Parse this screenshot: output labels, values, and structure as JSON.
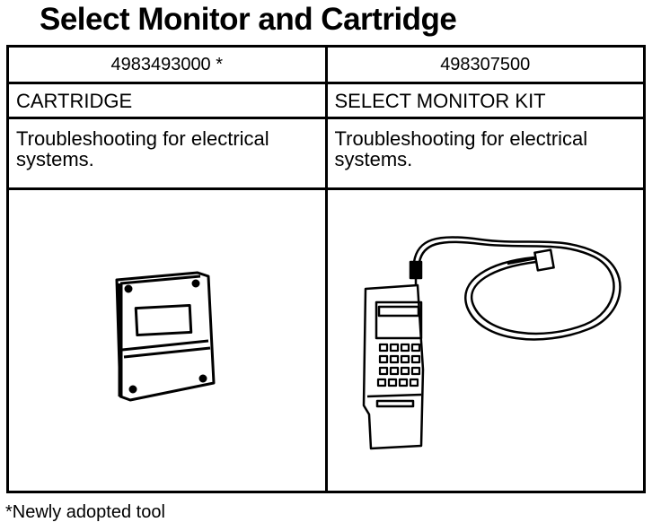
{
  "title": "Select Monitor and Cartridge",
  "columns": [
    {
      "part_number": "4983493000 *",
      "name": "CARTRIDGE",
      "description": "Troubleshooting for electrical systems.",
      "illustration": "cartridge"
    },
    {
      "part_number": "498307500",
      "name": "SELECT MONITOR KIT",
      "description": "Troubleshooting for electrical systems.",
      "illustration": "select-monitor-with-cable"
    }
  ],
  "footnote": "*Newly adopted tool"
}
